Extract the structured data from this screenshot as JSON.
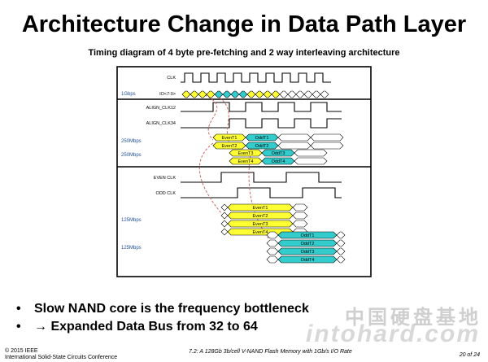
{
  "slide": {
    "title": "Architecture Change in Data Path Layer",
    "subtitle": "Timing diagram of 4 byte pre-fetching and 2 way interleaving architecture"
  },
  "diagram": {
    "rate_labels": {
      "io": "1Gbps",
      "align_even": "250Mbps",
      "align_odd": "250Mbps",
      "even": "125Mbps",
      "odd": "125Mbps"
    },
    "signals": {
      "clk": "CLK",
      "io": "IO<7:0>",
      "align_clk12": "ALIGN_CLK12",
      "align_clk34": "ALIGN_CLK34",
      "even_clk": "EVEN CLK",
      "odd_clk": "ODD CLK"
    },
    "align_even": [
      "EvenT1",
      "EvenT2",
      "EvenT3",
      "EvenT4"
    ],
    "align_odd": [
      "OddT1",
      "OddT2",
      "OddT3",
      "OddT4"
    ],
    "even_bus": [
      "EvenT1",
      "EvenT2",
      "EvenT3",
      "EvenT4"
    ],
    "odd_bus": [
      "OddT1",
      "OddT2",
      "OddT3",
      "OddT4"
    ],
    "colors": {
      "even": "#ffff33",
      "odd": "#33cccc",
      "dashed_arrow": "#cc6666"
    }
  },
  "bullets": [
    "Slow NAND core is the frequency bottleneck",
    "→ Expanded Data Bus from 32 to 64"
  ],
  "watermark": {
    "line1": "中国硬盘基地",
    "line2": "intohard.com"
  },
  "footer": {
    "copyright": "© 2015 IEEE",
    "conference": "International Solid-State Circuits Conference",
    "paper": "7.2: A 128Gb 3b/cell V-NAND Flash Memory with 1Gb/s I/O Rate",
    "page": "20 of 24"
  }
}
